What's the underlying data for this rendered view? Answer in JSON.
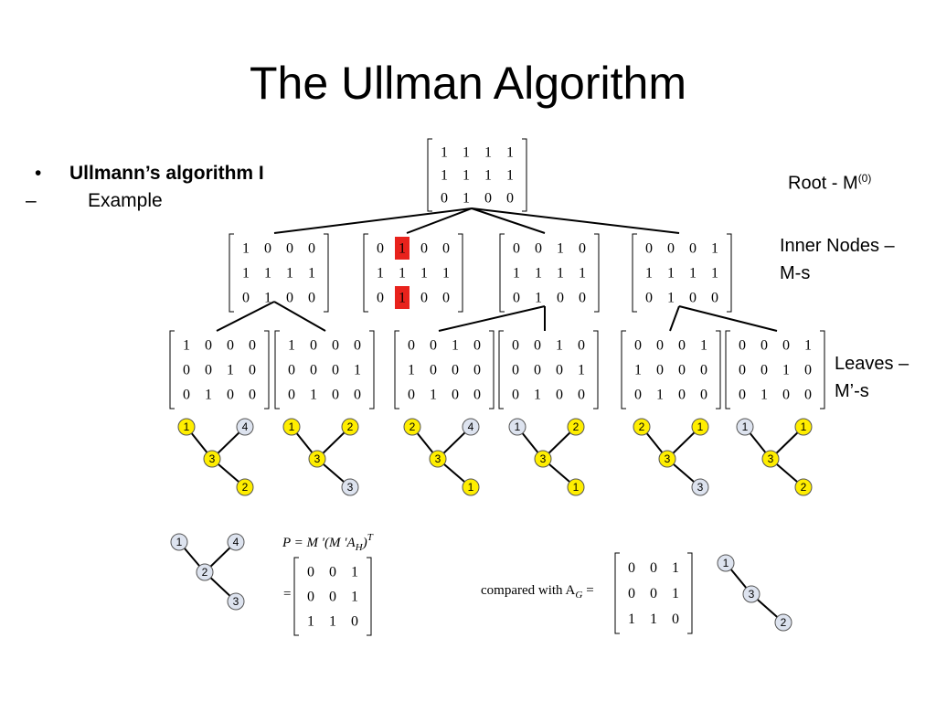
{
  "title": "The Ullman Algorithm",
  "bullet1": "Ullmann’s algorithm I",
  "bullet2": "Example",
  "bullet_dot": "•",
  "bullet_dash": "–",
  "labels": {
    "root": "Root - M",
    "root_sup": "(0)",
    "inner_line1": "Inner Nodes –",
    "inner_line2": "M-s",
    "leaves_line1": "Leaves –",
    "leaves_line2": "M’-s"
  },
  "matrices": {
    "root": [
      [
        "1",
        "1",
        "1",
        "1"
      ],
      [
        "1",
        "1",
        "1",
        "1"
      ],
      [
        "0",
        "1",
        "0",
        "0"
      ]
    ],
    "inner": [
      [
        [
          "1",
          "0",
          "0",
          "0"
        ],
        [
          "1",
          "1",
          "1",
          "1"
        ],
        [
          "0",
          "1",
          "0",
          "0"
        ]
      ],
      [
        [
          "0",
          "1",
          "0",
          "0"
        ],
        [
          "1",
          "1",
          "1",
          "1"
        ],
        [
          "0",
          "1",
          "0",
          "0"
        ]
      ],
      [
        [
          "0",
          "0",
          "1",
          "0"
        ],
        [
          "1",
          "1",
          "1",
          "1"
        ],
        [
          "0",
          "1",
          "0",
          "0"
        ]
      ],
      [
        [
          "0",
          "0",
          "0",
          "1"
        ],
        [
          "1",
          "1",
          "1",
          "1"
        ],
        [
          "0",
          "1",
          "0",
          "0"
        ]
      ]
    ],
    "leaves": [
      [
        [
          "1",
          "0",
          "0",
          "0"
        ],
        [
          "0",
          "0",
          "1",
          "0"
        ],
        [
          "0",
          "1",
          "0",
          "0"
        ]
      ],
      [
        [
          "1",
          "0",
          "0",
          "0"
        ],
        [
          "0",
          "0",
          "0",
          "1"
        ],
        [
          "0",
          "1",
          "0",
          "0"
        ]
      ],
      [
        [
          "0",
          "0",
          "1",
          "0"
        ],
        [
          "1",
          "0",
          "0",
          "0"
        ],
        [
          "0",
          "1",
          "0",
          "0"
        ]
      ],
      [
        [
          "0",
          "0",
          "1",
          "0"
        ],
        [
          "0",
          "0",
          "0",
          "1"
        ],
        [
          "0",
          "1",
          "0",
          "0"
        ]
      ],
      [
        [
          "0",
          "0",
          "0",
          "1"
        ],
        [
          "1",
          "0",
          "0",
          "0"
        ],
        [
          "0",
          "1",
          "0",
          "0"
        ]
      ],
      [
        [
          "0",
          "0",
          "0",
          "1"
        ],
        [
          "0",
          "0",
          "1",
          "0"
        ],
        [
          "0",
          "1",
          "0",
          "0"
        ]
      ]
    ],
    "p_result": [
      [
        "0",
        "0",
        "1"
      ],
      [
        "0",
        "0",
        "1"
      ],
      [
        "1",
        "1",
        "0"
      ]
    ],
    "ag": [
      [
        "0",
        "0",
        "1"
      ],
      [
        "0",
        "0",
        "1"
      ],
      [
        "1",
        "1",
        "0"
      ]
    ]
  },
  "highlight_color": "#e8221c",
  "node_yellow": "#ffee00",
  "node_gray": "#dde3ef",
  "leaf_graphs": [
    {
      "tl": "1",
      "tr": "4",
      "c": "3",
      "br": "2",
      "colors": [
        "y",
        "g",
        "y",
        "y"
      ]
    },
    {
      "tl": "1",
      "tr": "2",
      "c": "3",
      "br": "3",
      "colors": [
        "y",
        "y",
        "y",
        "g"
      ]
    },
    {
      "tl": "2",
      "tr": "4",
      "c": "3",
      "br": "1",
      "colors": [
        "y",
        "g",
        "y",
        "y"
      ]
    },
    {
      "tl": "1",
      "tr": "2",
      "c": "3",
      "br": "1",
      "colors": [
        "g",
        "y",
        "y",
        "y"
      ]
    },
    {
      "tl": "2",
      "tr": "1",
      "c": "3",
      "br": "3",
      "colors": [
        "y",
        "y",
        "y",
        "g"
      ]
    },
    {
      "tl": "1",
      "tr": "1",
      "c": "3",
      "br": "2",
      "colors": [
        "g",
        "y",
        "y",
        "y"
      ]
    }
  ],
  "h_graph": {
    "tl": "1",
    "tr": "4",
    "c": "2",
    "br": "3"
  },
  "g_graph": {
    "a": "1",
    "b": "3",
    "c": "2"
  },
  "formula": {
    "p_lhs": "P = M ′(M ′A",
    "p_sub": "H",
    "p_rhs": ")",
    "p_sup": "T",
    "equals": "=",
    "compared": "compared with A",
    "compared_sub": "G",
    "compared_eq": "="
  }
}
